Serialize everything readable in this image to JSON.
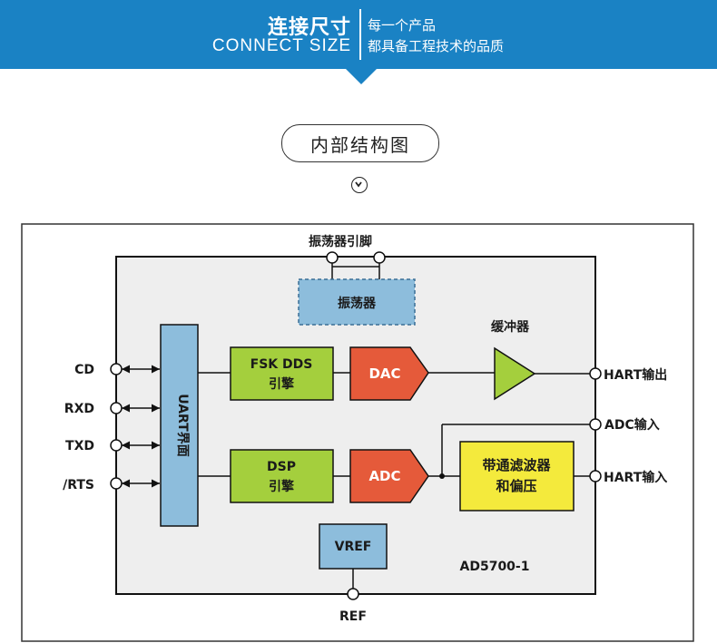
{
  "banner": {
    "title": "连接尺寸",
    "subtitle": "CONNECT SIZE",
    "line1": "每一个产品",
    "line2": "都具备工程技术的品质"
  },
  "section_title": "内部结构图",
  "diagram": {
    "oscillator_pins": "振荡器引脚",
    "oscillator": "振荡器",
    "buffer": "缓冲器",
    "uart": "UART界面",
    "fsk_l1": "FSK DDS",
    "fsk_l2": "引擎",
    "dac": "DAC",
    "dsp_l1": "DSP",
    "dsp_l2": "引擎",
    "adc": "ADC",
    "filter_l1": "带通滤波器",
    "filter_l2": "和偏压",
    "vref": "VREF",
    "chip": "AD5700-1",
    "pin_cd": "CD",
    "pin_rxd": "RXD",
    "pin_txd": "TXD",
    "pin_rts": "/RTS",
    "hart_out": "HART输出",
    "adc_in": "ADC输入",
    "hart_in": "HART输入",
    "ref": "REF",
    "colors": {
      "chip_bg": "#eeeeee",
      "green_block": "#a4cf3d",
      "red_block": "#e55a3a",
      "yellow_block": "#f4ea3c",
      "blue_block": "#8dbddc"
    }
  }
}
